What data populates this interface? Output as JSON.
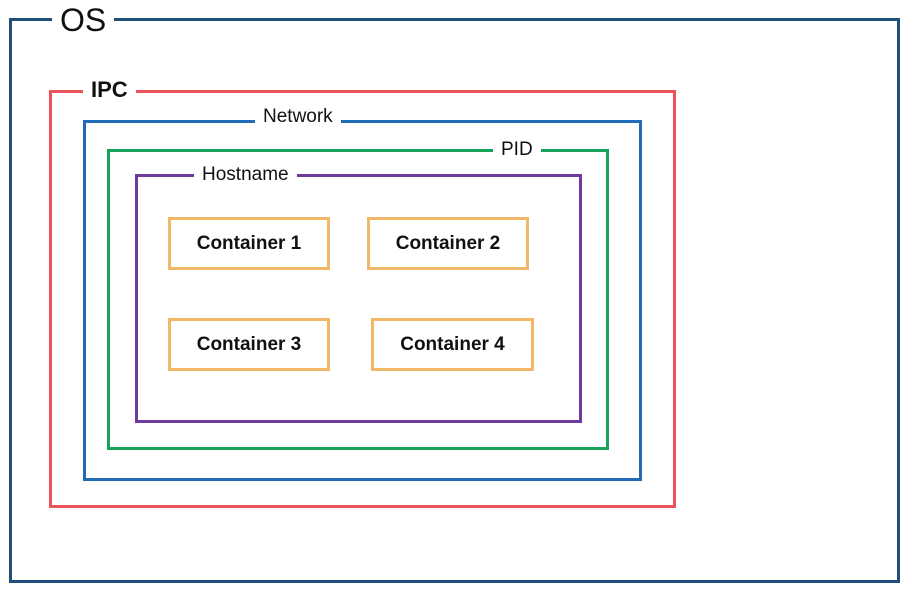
{
  "diagram": {
    "os": {
      "label": "OS",
      "color": "#1f4e79"
    },
    "ipc": {
      "label": "IPC",
      "color": "#e8545a"
    },
    "network": {
      "label": "Network",
      "color": "#1f6db5"
    },
    "pid": {
      "label": "PID",
      "color": "#19a35a"
    },
    "hostname": {
      "label": "Hostname",
      "color": "#6f3a9e"
    },
    "containers": [
      {
        "label": "Container 1"
      },
      {
        "label": "Container 2"
      },
      {
        "label": "Container 3"
      },
      {
        "label": "Container 4"
      }
    ],
    "container_color": "#f2b766"
  }
}
